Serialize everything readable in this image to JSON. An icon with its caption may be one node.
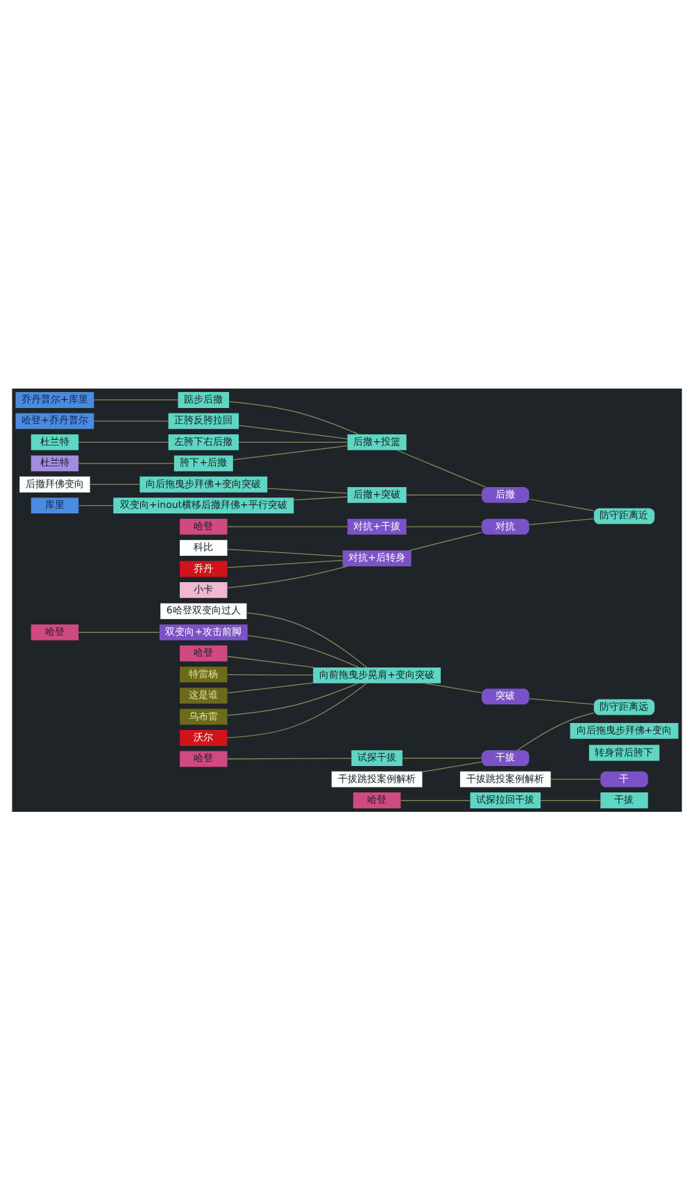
{
  "diagram": {
    "nodes": [
      {
        "text": [
          "哈登"
        ]
      },
      {
        "text": [
          "试探拉回干拔"
        ]
      },
      {
        "text": [
          "干拔"
        ]
      },
      {
        "text": [
          "干拔跳投案例解析"
        ]
      },
      {
        "text": [
          "干"
        ]
      },
      {
        "text": [
          "转身背后胯下"
        ]
      },
      {
        "text": [
          "向后拖曳步拜佛+变向"
        ]
      },
      {
        "text": [
          "防守距离远"
        ]
      },
      {
        "text": [
          "突破"
        ]
      },
      {
        "text": [
          "干拔"
        ]
      },
      {
        "text": [
          "向前拖曳步晃肩+变向突破"
        ]
      },
      {
        "text": [
          "6哈登双变向过人"
        ]
      },
      {
        "text": [
          "双变向+攻击前脚"
        ]
      },
      {
        "text": [
          "哈登"
        ]
      },
      {
        "text": [
          "哈登"
        ]
      },
      {
        "text": [
          "特雷杨"
        ]
      },
      {
        "text": [
          "这是谁"
        ]
      },
      {
        "text": [
          "乌布雷"
        ]
      },
      {
        "text": [
          "沃尔"
        ]
      },
      {
        "text": [
          "试探干拔"
        ]
      },
      {
        "text": [
          "哈登"
        ]
      },
      {
        "text": [
          "干拔跳投案例解析"
        ]
      },
      {
        "text": [
          "防守距离近"
        ]
      },
      {
        "text": [
          "后撤"
        ]
      },
      {
        "text": [
          "对抗"
        ]
      },
      {
        "text": [
          "后撤+投篮"
        ]
      },
      {
        "text": [
          "后撤+突破"
        ]
      },
      {
        "text": [
          "踮步后撤"
        ]
      },
      {
        "text": [
          "乔丹普尔+库里"
        ]
      },
      {
        "text": [
          "正胯反胯拉回"
        ]
      },
      {
        "text": [
          "哈登+乔丹普尔"
        ]
      },
      {
        "text": [
          "左胯下右后撤"
        ]
      },
      {
        "text": [
          "杜兰特"
        ]
      },
      {
        "text": [
          "胯下+后撤"
        ]
      },
      {
        "text": [
          "杜兰特"
        ]
      },
      {
        "text": [
          "向后拖曳步拜佛+变向突破"
        ]
      },
      {
        "text": [
          "后撤拜佛变向"
        ]
      },
      {
        "text": [
          "双变向+inout横移后撤拜佛+平行突破"
        ]
      },
      {
        "text": [
          "库里"
        ]
      },
      {
        "text": [
          "对抗+干拔"
        ]
      },
      {
        "text": [
          "哈登"
        ]
      },
      {
        "text": [
          "对抗+后转身"
        ]
      },
      {
        "text": [
          "科比"
        ]
      },
      {
        "text": [
          "乔丹"
        ]
      },
      {
        "text": [
          "小卡"
        ]
      }
    ],
    "edges": [
      {
        "from": 1,
        "to": 0,
        "arrow": "none"
      },
      {
        "from": 2,
        "to": 1,
        "arrow": "none"
      },
      {
        "from": 4,
        "to": 3,
        "arrow": "none"
      },
      {
        "from": 7,
        "to": 8,
        "arrow": "none"
      },
      {
        "from": 7,
        "to": 9,
        "arrow": "none"
      },
      {
        "from": 8,
        "to": 10,
        "arrow": "none"
      },
      {
        "from": 10,
        "to": 11,
        "arrow": "none"
      },
      {
        "from": 10,
        "to": 12,
        "arrow": "none"
      },
      {
        "from": 12,
        "to": 13,
        "arrow": "none"
      },
      {
        "from": 10,
        "to": 14,
        "arrow": "none"
      },
      {
        "from": 10,
        "to": 15,
        "arrow": "none"
      },
      {
        "from": 10,
        "to": 16,
        "arrow": "none"
      },
      {
        "from": 10,
        "to": 17,
        "arrow": "none"
      },
      {
        "from": 10,
        "to": 18,
        "arrow": "none"
      },
      {
        "from": 9,
        "to": 19,
        "arrow": "none"
      },
      {
        "from": 19,
        "to": 20,
        "arrow": "none"
      },
      {
        "from": 9,
        "to": 21,
        "arrow": "none"
      },
      {
        "from": 22,
        "to": 23,
        "arrow": "none"
      },
      {
        "from": 22,
        "to": 24,
        "arrow": "none"
      },
      {
        "from": 23,
        "to": 25,
        "arrow": "none"
      },
      {
        "from": 23,
        "to": 26,
        "arrow": "none"
      },
      {
        "from": 25,
        "to": 27,
        "arrow": "none"
      },
      {
        "from": 27,
        "to": 28,
        "arrow": "none"
      },
      {
        "from": 25,
        "to": 29,
        "arrow": "none"
      },
      {
        "from": 29,
        "to": 30,
        "arrow": "none"
      },
      {
        "from": 25,
        "to": 31,
        "arrow": "none"
      },
      {
        "from": 31,
        "to": 32,
        "arrow": "none"
      },
      {
        "from": 25,
        "to": 33,
        "arrow": "none"
      },
      {
        "from": 33,
        "to": 34,
        "arrow": "none"
      },
      {
        "from": 26,
        "to": 35,
        "arrow": "none"
      },
      {
        "from": 35,
        "to": 36,
        "arrow": "none"
      },
      {
        "from": 26,
        "to": 37,
        "arrow": "none"
      },
      {
        "from": 37,
        "to": 38,
        "arrow": "none"
      },
      {
        "from": 24,
        "to": 39,
        "arrow": "none"
      },
      {
        "from": 39,
        "to": 40,
        "arrow": "none"
      },
      {
        "from": 24,
        "to": 41,
        "arrow": "none"
      },
      {
        "from": 41,
        "to": 42,
        "arrow": "none"
      },
      {
        "from": 41,
        "to": 43,
        "arrow": "none"
      },
      {
        "from": 41,
        "to": 44,
        "arrow": "none"
      }
    ]
  }
}
